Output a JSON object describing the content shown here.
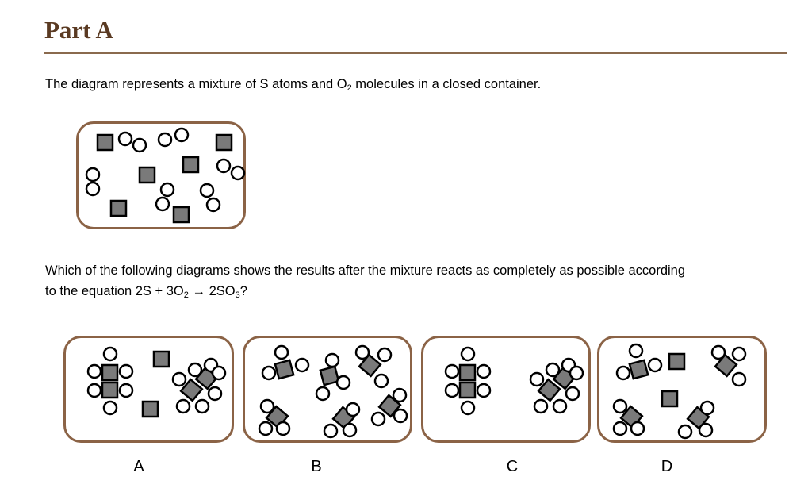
{
  "heading": "Part A",
  "q1": {
    "a": "The diagram represents a mixture of S atoms and O",
    "sub": "2",
    "b": " molecules in a closed container."
  },
  "q2": {
    "line1": "Which of the following diagrams shows the results after the mixture reacts as completely as possible according"
  },
  "q3": {
    "a": "to the equation 2S + 3O",
    "sub1": "2",
    "arrow": " → ",
    "b": "2SO",
    "sub2": "3",
    "c": "?"
  },
  "options": [
    "A",
    "B",
    "C",
    "D"
  ],
  "colors": {
    "heading": "#5a3a22",
    "border": "#8b6346",
    "sulfur": "#7a7a7a"
  }
}
